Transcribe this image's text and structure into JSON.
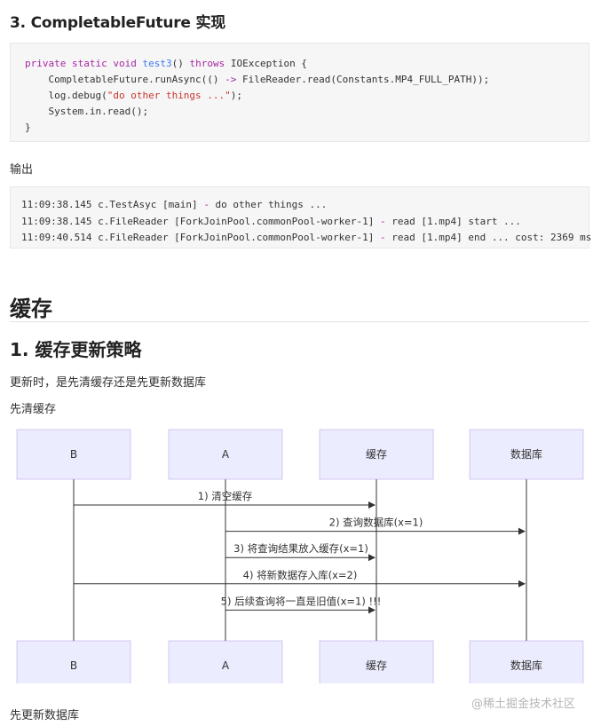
{
  "section_title": "3. CompletableFuture 实现",
  "code_block_1": {
    "lines": [
      {
        "parts": [
          {
            "t": "private static void",
            "c": "kw"
          },
          {
            "t": " ",
            "c": ""
          },
          {
            "t": "test3",
            "c": "fn"
          },
          {
            "t": "() ",
            "c": ""
          },
          {
            "t": "throws",
            "c": "kw"
          },
          {
            "t": " IOException {",
            "c": ""
          }
        ]
      },
      {
        "parts": [
          {
            "t": "    CompletableFuture.runAsync(() ",
            "c": ""
          },
          {
            "t": "->",
            "c": "op"
          },
          {
            "t": " FileReader.read(Constants.MP4_FULL_PATH));",
            "c": ""
          }
        ]
      },
      {
        "parts": [
          {
            "t": "    log.debug(",
            "c": ""
          },
          {
            "t": "\"do other things ...\"",
            "c": "str"
          },
          {
            "t": ");",
            "c": ""
          }
        ]
      },
      {
        "parts": [
          {
            "t": "    System.in.read();",
            "c": ""
          }
        ]
      },
      {
        "parts": [
          {
            "t": "}",
            "c": ""
          }
        ]
      }
    ]
  },
  "output_label": "输出",
  "code_block_2": {
    "lines": [
      {
        "parts": [
          {
            "t": "11:09:38.145 c.TestAsyc [main] ",
            "c": ""
          },
          {
            "t": "-",
            "c": "op"
          },
          {
            "t": " do other things ...",
            "c": ""
          }
        ]
      },
      {
        "parts": [
          {
            "t": "11:09:38.145 c.FileReader [ForkJoinPool.commonPool-worker-1] ",
            "c": ""
          },
          {
            "t": "-",
            "c": "op"
          },
          {
            "t": " read [1.mp4] start ...",
            "c": ""
          }
        ]
      },
      {
        "parts": [
          {
            "t": "11:09:40.514 c.FileReader [ForkJoinPool.commonPool-worker-1] ",
            "c": ""
          },
          {
            "t": "-",
            "c": "op"
          },
          {
            "t": " read [1.mp4] end ... cost: 2369 ms",
            "c": ""
          }
        ]
      }
    ]
  },
  "cache_heading": "缓存",
  "cache_subheading": "1. 缓存更新策略",
  "question_text": "更新时，是先清缓存还是先更新数据库",
  "first_case_label": "先清缓存",
  "diagram": {
    "participants": [
      "B",
      "A",
      "缓存",
      "数据库"
    ],
    "messages": [
      {
        "from": 0,
        "to": 2,
        "label": "1) 清空缓存"
      },
      {
        "from": 1,
        "to": 3,
        "label": "2) 查询数据库(x=1)"
      },
      {
        "from": 1,
        "to": 2,
        "label": "3) 将查询结果放入缓存(x=1)"
      },
      {
        "from": 0,
        "to": 3,
        "label": "4) 将新数据存入库(x=2)"
      },
      {
        "from": 1,
        "to": 2,
        "label": "5) 后续查询将一直是旧值(x=1) !!!"
      }
    ],
    "colors": {
      "box_fill": "#ececff",
      "box_stroke": "#9370db",
      "line": "#333333"
    }
  },
  "second_case_label": "先更新数据库",
  "watermark": "@稀土掘金技术社区"
}
